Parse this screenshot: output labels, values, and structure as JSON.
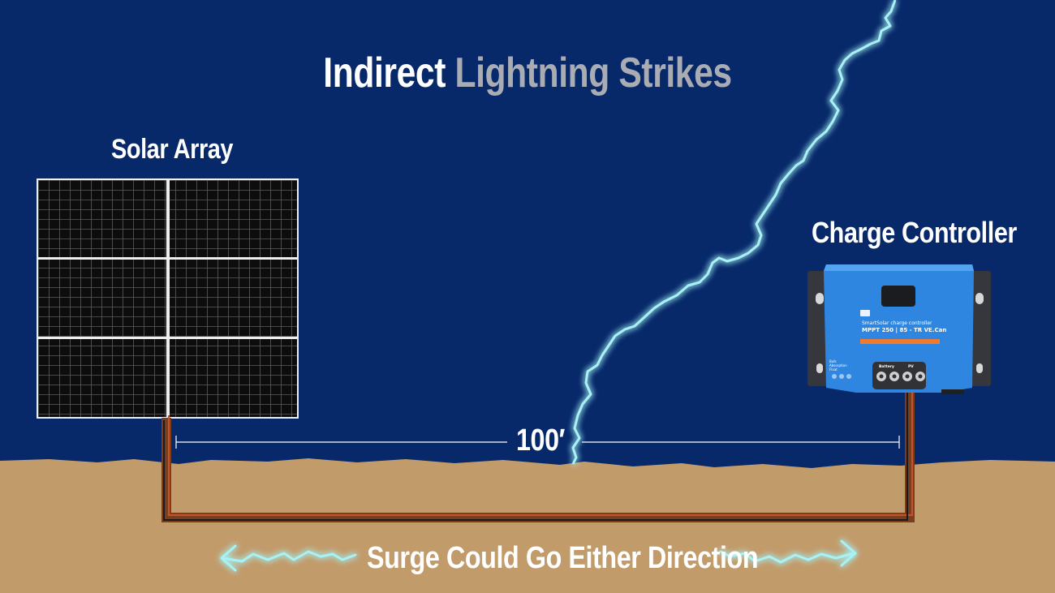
{
  "title": {
    "part1": "Indirect",
    "part2": "Lightning Strikes"
  },
  "solar_array": {
    "label": "Solar Array",
    "panel_rows": 3,
    "panel_cols": 2
  },
  "charge_controller": {
    "label": "Charge Controller",
    "brand_line": "SmartSolar charge controller",
    "model_line": "MPPT 250 | 85 - TR VE.Can",
    "terminal_labels": {
      "battery": "Battery",
      "pv": "PV"
    },
    "status_leds": "Bulk\nAbsorption\nFloat"
  },
  "distance": {
    "label": "100′"
  },
  "surge": {
    "label": "Surge Could Go Either Direction"
  },
  "colors": {
    "sky": "#07296a",
    "ground": "#c29b6b",
    "lightning": "#a6f2f5",
    "controller_blue": "#2e86e0",
    "cable_brown": "#7a3d1e",
    "title_gray": "#a9adb3"
  },
  "icons": [
    "lightning-bolt-icon",
    "double-arrow-left-icon",
    "double-arrow-right-icon",
    "solar-panel-icon",
    "charge-controller-icon"
  ]
}
